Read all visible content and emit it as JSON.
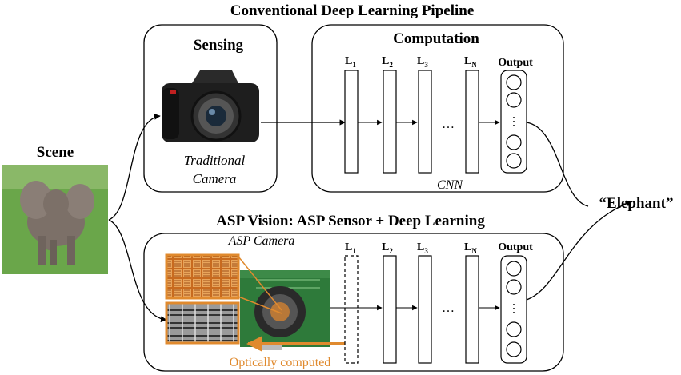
{
  "title_top": "Conventional Deep Learning Pipeline",
  "title_bottom": "ASP Vision: ASP Sensor + Deep Learning",
  "scene": {
    "label": "Scene"
  },
  "output_label": "“Elephant”",
  "top": {
    "sensing": {
      "title": "Sensing",
      "caption_1": "Traditional",
      "caption_2": "Camera"
    },
    "computation": {
      "title": "Computation",
      "layers": [
        {
          "main": "L",
          "sub": "1"
        },
        {
          "main": "L",
          "sub": "2"
        },
        {
          "main": "L",
          "sub": "3"
        },
        {
          "main": "L",
          "sub": "N"
        }
      ],
      "ellipsis": "…",
      "output_title": "Output",
      "caption": "CNN"
    }
  },
  "bottom": {
    "asp_caption": "ASP Camera",
    "optically_computed": "Optically computed",
    "layers": [
      {
        "main": "L",
        "sub": "1"
      },
      {
        "main": "L",
        "sub": "2"
      },
      {
        "main": "L",
        "sub": "3"
      },
      {
        "main": "L",
        "sub": "N"
      }
    ],
    "ellipsis": "…",
    "output_title": "Output"
  },
  "colors": {
    "accent": "#e08a2e",
    "board": "#2e7a3a",
    "grass": "#6aa64a",
    "elephant": "#7c7068"
  },
  "icons": {
    "camera": "dslr-camera-icon",
    "sensor": "asp-sensor-board-icon",
    "scene": "elephant-photo"
  }
}
